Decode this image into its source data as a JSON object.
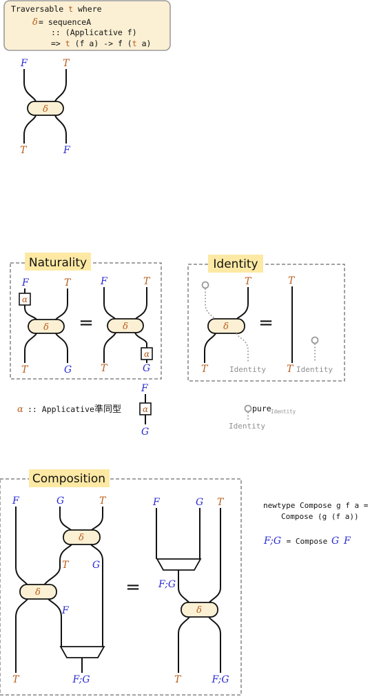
{
  "code_box": {
    "line1_pre": "Traversable ",
    "line1_var": "t",
    "line1_post": " where",
    "line2_sym": "δ",
    "line2_post": " = sequenceA",
    "line3": ":: (Applicative f)",
    "line4_a": "=> ",
    "line4_t1": "t",
    "line4_b": " (f a) -> f (",
    "line4_t2": "t",
    "line4_c": " a)"
  },
  "symbols": {
    "T": "T",
    "F": "F",
    "G": "G",
    "FG": "F;G",
    "delta": "δ",
    "alpha": "α",
    "equals": "="
  },
  "sections": {
    "naturality": "Naturality",
    "identity": "Identity",
    "composition": "Composition"
  },
  "labels": {
    "identity": "Identity",
    "identity_sub": "Identity",
    "pure": "pure",
    "alpha_decl": ":: Applicative",
    "alpha_kanji": "準同型"
  },
  "compose_def": {
    "line1": "newtype Compose g f a =",
    "line2": "Compose (g (f a))",
    "def_lhs": "F;G",
    "def_eq": " = Compose ",
    "def_G": "G",
    "def_F": "F"
  },
  "colors": {
    "T_color": "#b85c1a",
    "functor_color": "#2a2ad4",
    "box_fill": "#fbf0d4",
    "title_highlight": "#fde9a4",
    "identity_gray": "#8f8f8f"
  }
}
